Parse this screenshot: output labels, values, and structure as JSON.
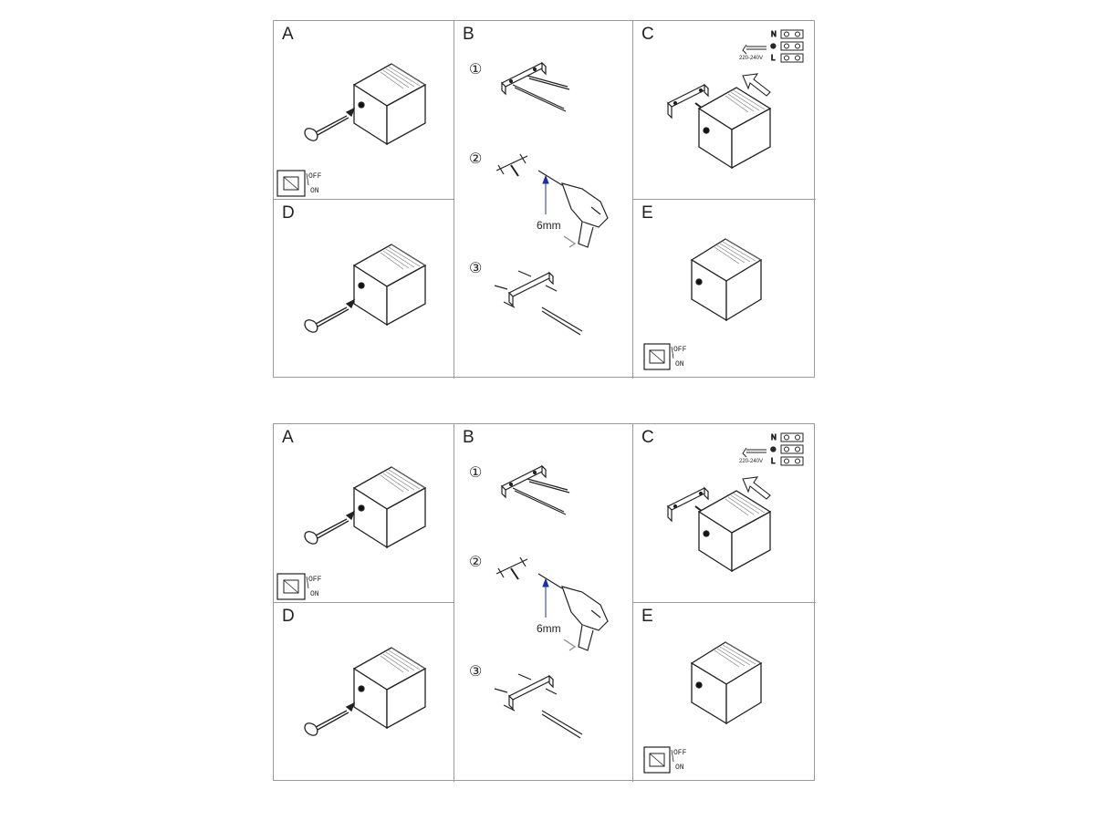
{
  "sheets": [
    {
      "panels": {
        "a": {
          "label": "A",
          "switch": {
            "off": "OFF",
            "on": "ON"
          }
        },
        "b": {
          "label": "B",
          "steps": [
            "①",
            "②",
            "③"
          ],
          "drill_size": "6mm"
        },
        "c": {
          "label": "C",
          "voltage": "220-240V",
          "terminals": [
            "N",
            "⊕",
            "L"
          ]
        },
        "d": {
          "label": "D"
        },
        "e": {
          "label": "E",
          "switch": {
            "off": "OFF",
            "on": "ON"
          }
        }
      }
    },
    {
      "panels": {
        "a": {
          "label": "A",
          "switch": {
            "off": "OFF",
            "on": "ON"
          }
        },
        "b": {
          "label": "B",
          "steps": [
            "①",
            "②",
            "③"
          ],
          "drill_size": "6mm"
        },
        "c": {
          "label": "C",
          "voltage": "220-240V",
          "terminals": [
            "N",
            "⊕",
            "L"
          ]
        },
        "d": {
          "label": "D"
        },
        "e": {
          "label": "E",
          "switch": {
            "off": "OFF",
            "on": "ON"
          }
        }
      }
    }
  ]
}
